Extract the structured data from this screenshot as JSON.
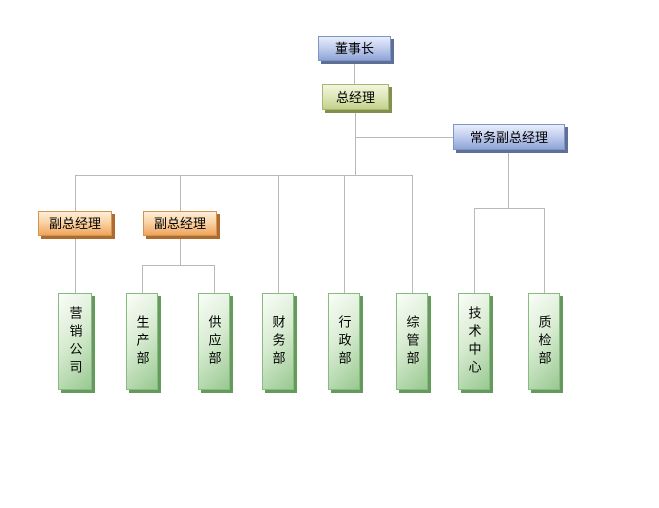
{
  "diagram": {
    "type": "org-chart",
    "nodes": {
      "chairman": {
        "label": "董事长"
      },
      "general_manager": {
        "label": "总经理"
      },
      "executive_vice_gm": {
        "label": "常务副总经理"
      },
      "vice_gm_1": {
        "label": "副总经理"
      },
      "vice_gm_2": {
        "label": "副总经理"
      },
      "departments": [
        {
          "label": "营销公司"
        },
        {
          "label": "生产部"
        },
        {
          "label": "供应部"
        },
        {
          "label": "财务部"
        },
        {
          "label": "行政部"
        },
        {
          "label": "综管部"
        },
        {
          "label": "技术中心"
        },
        {
          "label": "质检部"
        }
      ]
    },
    "edges": [
      [
        "chairman",
        "general_manager"
      ],
      [
        "general_manager",
        "executive_vice_gm"
      ],
      [
        "general_manager",
        "vice_gm_1"
      ],
      [
        "general_manager",
        "vice_gm_2"
      ],
      [
        "general_manager",
        "财务部"
      ],
      [
        "general_manager",
        "行政部"
      ],
      [
        "general_manager",
        "综管部"
      ],
      [
        "vice_gm_1",
        "营销公司"
      ],
      [
        "vice_gm_2",
        "生产部"
      ],
      [
        "vice_gm_2",
        "供应部"
      ],
      [
        "executive_vice_gm",
        "技术中心"
      ],
      [
        "executive_vice_gm",
        "质检部"
      ]
    ],
    "colors": {
      "blue_node": "#8fa5d7",
      "olive_node": "#c2d28b",
      "orange_node": "#efa55d",
      "green_department_node": "#99c991",
      "connector_line": "#b9b9b9",
      "background": "#ffffff",
      "text": "#000000"
    }
  }
}
